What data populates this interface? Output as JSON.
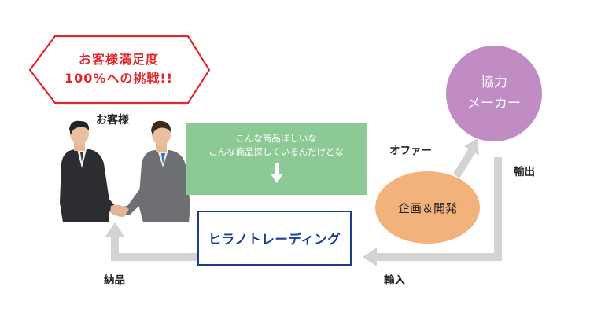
{
  "badge": {
    "line1": "お客様満足度",
    "line2": "100%への挑戦!!"
  },
  "customer": {
    "label": "お客様"
  },
  "request": {
    "line1": "こんな商品ほしいな",
    "line2": "こんな商品探しているんだけどな"
  },
  "company": {
    "name": "ヒラノトレーディング"
  },
  "maker": {
    "line1": "協力",
    "line2": "メーカー"
  },
  "development": {
    "label": "企画＆開発"
  },
  "flows": {
    "offer": "オファー",
    "export": "輸出",
    "import": "輸入",
    "delivery": "納品"
  },
  "colors": {
    "badge_red": "#e3262c",
    "request_green": "#8cc994",
    "company_blue": "#1c3d8e",
    "maker_purple": "#c18bc3",
    "development_orange": "#f3b17c",
    "arrow_gray": "#d0d0d0"
  }
}
